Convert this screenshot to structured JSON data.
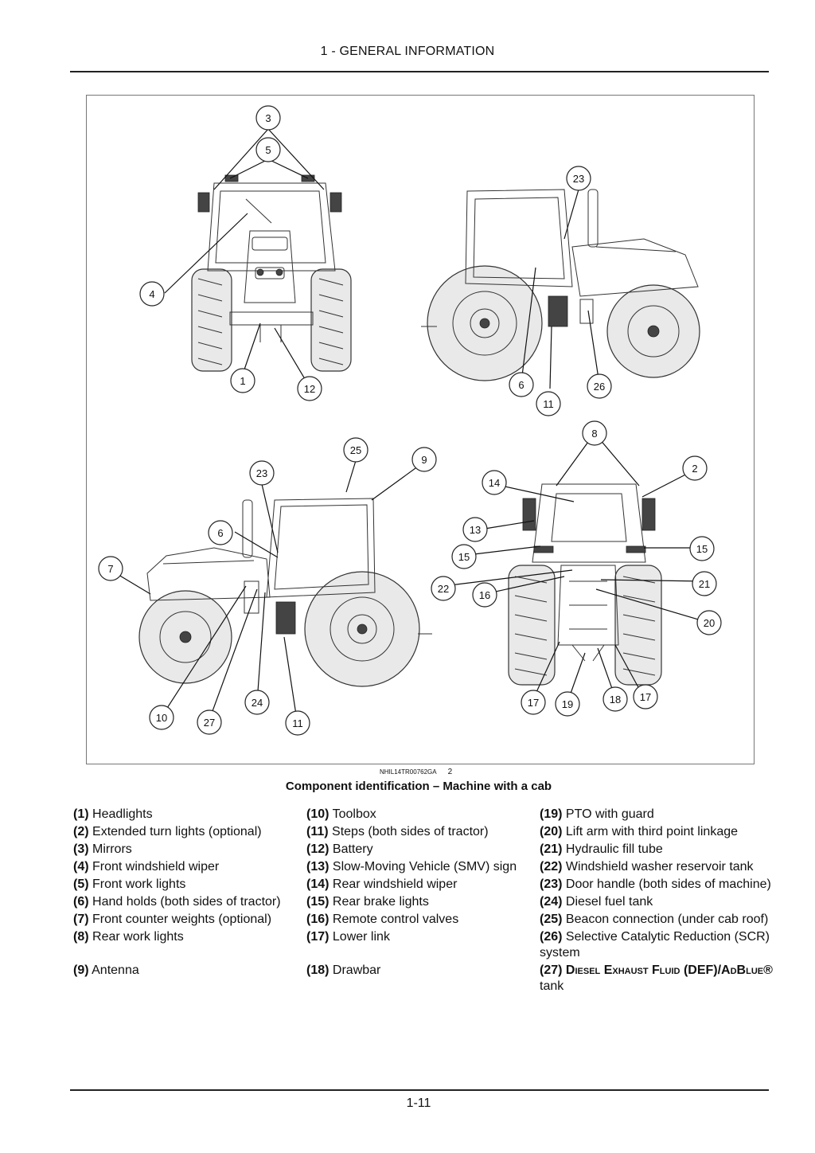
{
  "header": {
    "title": "1 - GENERAL INFORMATION"
  },
  "figure": {
    "reference": "NHIL14TR00762GA",
    "number": "2",
    "caption": "Component identification – Machine with a cab",
    "callouts": [
      "1",
      "2",
      "3",
      "4",
      "5",
      "6",
      "7",
      "8",
      "9",
      "10",
      "11",
      "12",
      "13",
      "14",
      "15",
      "16",
      "17",
      "18",
      "19",
      "20",
      "21",
      "22",
      "23",
      "24",
      "25",
      "26",
      "27"
    ]
  },
  "legend": {
    "rows": [
      [
        {
          "num": "(1)",
          "text": "Headlights"
        },
        {
          "num": "(10)",
          "text": "Toolbox"
        },
        {
          "num": "(19)",
          "text": "PTO with guard"
        }
      ],
      [
        {
          "num": "(2)",
          "text": "Extended turn lights (optional)"
        },
        {
          "num": "(11)",
          "text": "Steps (both sides of tractor)"
        },
        {
          "num": "(20)",
          "text": "Lift arm with third point linkage"
        }
      ],
      [
        {
          "num": "(3)",
          "text": "Mirrors"
        },
        {
          "num": "(12)",
          "text": "Battery"
        },
        {
          "num": "(21)",
          "text": "Hydraulic fill tube"
        }
      ],
      [
        {
          "num": "(4)",
          "text": "Front windshield wiper"
        },
        {
          "num": "(13)",
          "text": "Slow-Moving Vehicle (SMV) sign"
        },
        {
          "num": "(22)",
          "text": "Windshield washer reservoir tank"
        }
      ],
      [
        {
          "num": "(5)",
          "text": "Front work lights"
        },
        {
          "num": "(14)",
          "text": "Rear windshield wiper"
        },
        {
          "num": "(23)",
          "text": "Door handle (both sides of machine)"
        }
      ],
      [
        {
          "num": "(6)",
          "text": "Hand holds (both sides of tractor)"
        },
        {
          "num": "(15)",
          "text": "Rear brake lights"
        },
        {
          "num": "(24)",
          "text": "Diesel fuel tank"
        }
      ],
      [
        {
          "num": "(7)",
          "text": "Front counter weights (optional)"
        },
        {
          "num": "(16)",
          "text": "Remote control valves"
        },
        {
          "num": "(25)",
          "text": "Beacon connection (under cab roof)"
        }
      ],
      [
        {
          "num": "(8)",
          "text": "Rear work lights"
        },
        {
          "num": "(17)",
          "text": "Lower link"
        },
        {
          "num": "(26)",
          "text": "Selective Catalytic Reduction (SCR) system"
        }
      ],
      [
        {
          "num": "(9)",
          "text": "Antenna"
        },
        {
          "num": "(18)",
          "text": "Drawbar"
        },
        {
          "num": "(27)",
          "sc1": "Diesel Exhaust Fluid",
          "sc2": "(DEF)/",
          "sc3": "AdBlue®",
          "text": "tank"
        }
      ]
    ]
  },
  "footer": {
    "page": "1-11"
  }
}
